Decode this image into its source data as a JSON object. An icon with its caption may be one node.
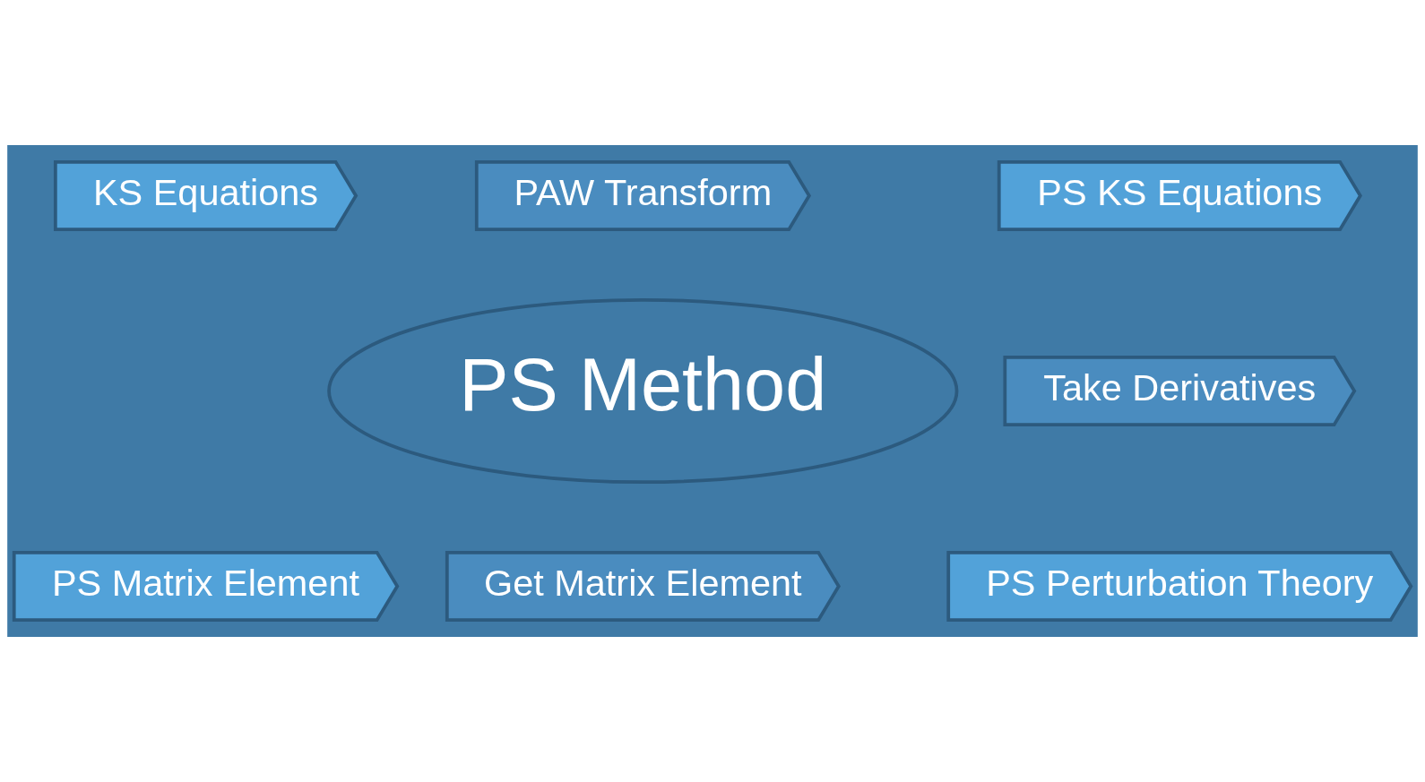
{
  "diagram": {
    "nodes": [
      {
        "text": [
          "KS Equations"
        ]
      },
      {
        "text": [
          "PAW Transform"
        ]
      },
      {
        "text": [
          "PS KS Equations"
        ]
      },
      {
        "text": [
          "Take Derivatives"
        ]
      },
      {
        "text": [
          "PS Perturbation Theory"
        ]
      },
      {
        "text": [
          "Get Matrix Element"
        ]
      },
      {
        "text": [
          "PS Matrix Element"
        ]
      },
      {
        "text": [
          "PS Method"
        ]
      }
    ]
  }
}
